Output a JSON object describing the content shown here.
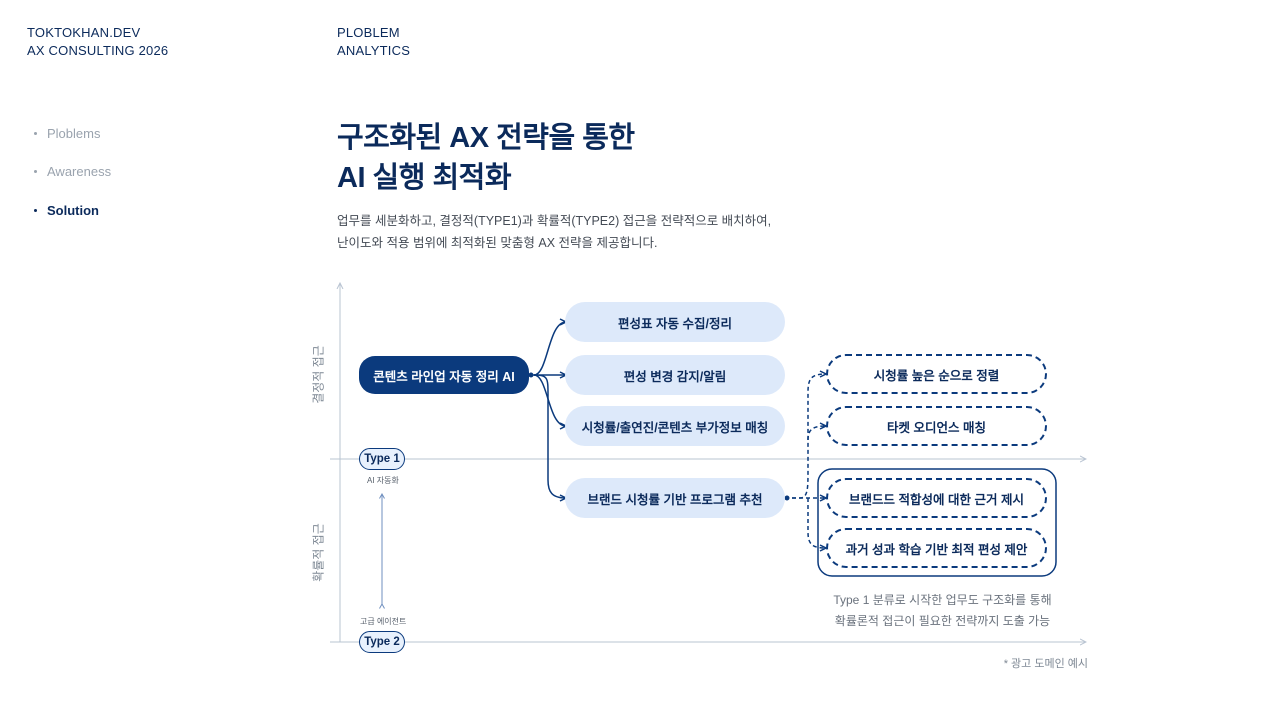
{
  "header": {
    "brand_line1": "TOKTOKHAN.DEV",
    "brand_line2": "AX CONSULTING 2026",
    "section_line1": "PLOBLEM",
    "section_line2": "ANALYTICS"
  },
  "nav": {
    "items": [
      {
        "label": "Ploblems",
        "active": false
      },
      {
        "label": "Awareness",
        "active": false
      },
      {
        "label": "Solution",
        "active": true
      }
    ]
  },
  "main": {
    "title_line1": "구조화된 AX 전략을 통한",
    "title_line2": "AI 실행 최적화",
    "desc_line1": "업무를 세분화하고, 결정적(TYPE1)과 확률적(TYPE2) 접근을 전략적으로 배치하여,",
    "desc_line2": "난이도와 적용 범위에 최적화된 맞춤형 AX 전략을 제공합니다."
  },
  "diagram": {
    "axis_top_label": "결정적 접근",
    "axis_bottom_label": "확률적 접근",
    "type1_badge": "Type 1",
    "type1_caption": "AI 자동화",
    "type2_badge": "Type 2",
    "type2_caption": "고급 에이전트",
    "source_node": "콘텐츠 라인업 자동 정리 AI",
    "tasks": [
      "편성표 자동 수집/정리",
      "편성 변경 감지/알림",
      "시청률/출연진/콘텐츠 부가정보 매칭",
      "브랜드 시청률 기반 프로그램 추천"
    ],
    "outputs": [
      "시청률 높은 순으로 정렬",
      "타켓 오디언스 매칭",
      "브랜드드 적합성에 대한 근거 제시",
      "과거 성과 학습 기반 최적 편성 제안"
    ],
    "note_line1": "Type 1 분류로 시작한 업무도 구조화를 통해",
    "note_line2": "확률론적 접근이 필요한 전략까지 도출 가능",
    "footnote": "* 광고 도메인 예시",
    "colors": {
      "navy": "#0b3a7d",
      "text": "#0b2a5b",
      "pill_fill": "#dde9fa",
      "axis": "#b9c4d2"
    }
  }
}
